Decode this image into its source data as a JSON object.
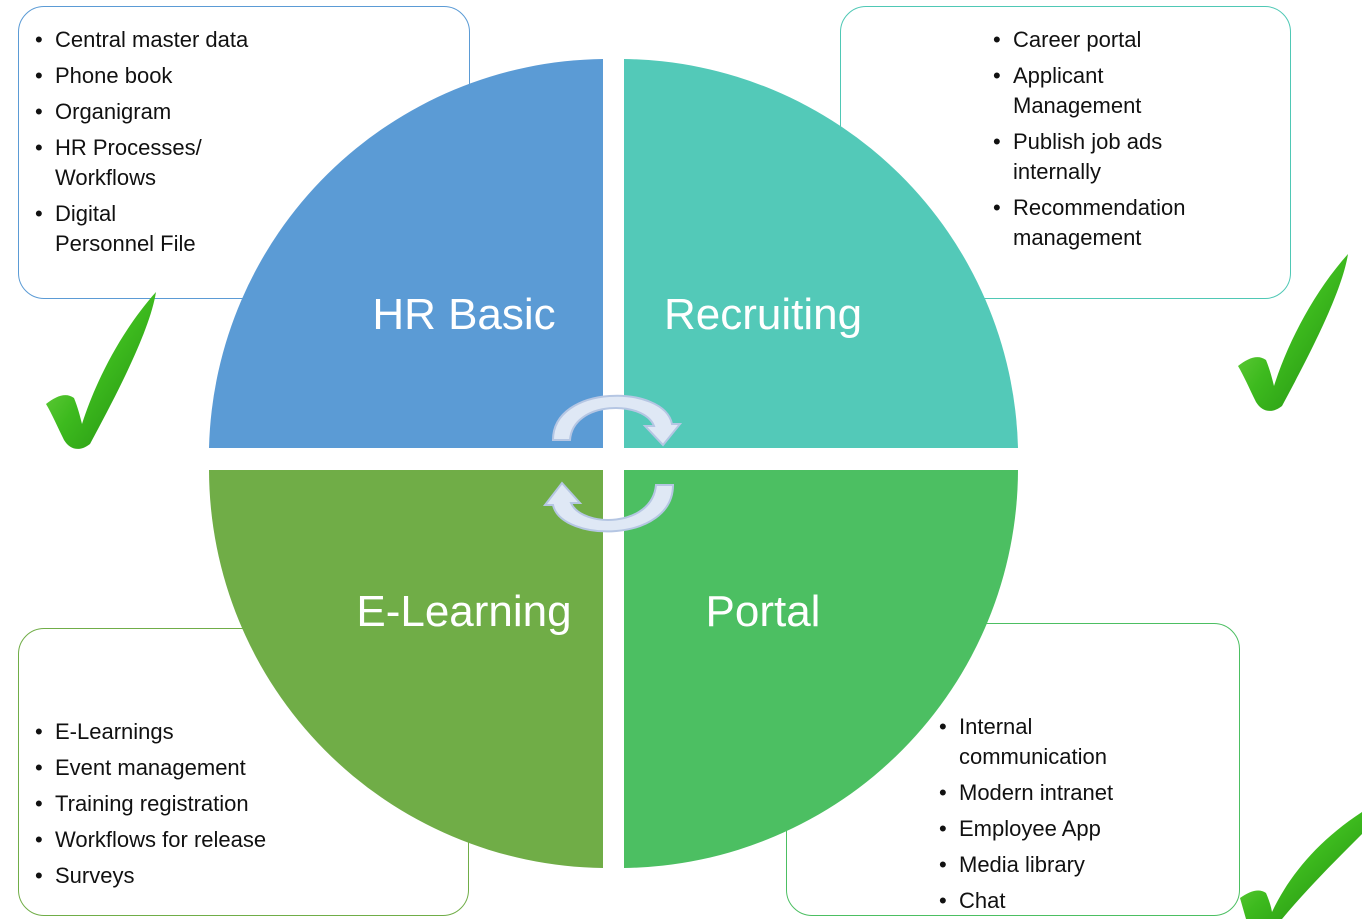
{
  "quadrants": {
    "hr_basic": {
      "label": "HR Basic",
      "color": "#5b9bd5"
    },
    "recruiting": {
      "label": "Recruiting",
      "color": "#53c9b8"
    },
    "elearning": {
      "label": "E-Learning",
      "color": "#70ad47"
    },
    "portal": {
      "label": "Portal",
      "color": "#4cbf62"
    }
  },
  "boxes": {
    "hr_basic": {
      "items": [
        {
          "l1": "Central master data",
          "l2": ""
        },
        {
          "l1": "Phone book",
          "l2": ""
        },
        {
          "l1": "Organigram",
          "l2": ""
        },
        {
          "l1": "HR Processes/",
          "l2": "Workflows"
        },
        {
          "l1": "Digital",
          "l2": "Personnel File"
        }
      ]
    },
    "recruiting": {
      "items": [
        {
          "l1": "Career portal",
          "l2": ""
        },
        {
          "l1": "Applicant",
          "l2": "Management"
        },
        {
          "l1": "Publish job ads",
          "l2": "internally"
        },
        {
          "l1": "Recommendation",
          "l2": "management"
        }
      ]
    },
    "elearning": {
      "items": [
        {
          "l1": "E-Learnings",
          "l2": ""
        },
        {
          "l1": "Event management",
          "l2": ""
        },
        {
          "l1": "Training registration",
          "l2": ""
        },
        {
          "l1": "Workflows for release",
          "l2": ""
        },
        {
          "l1": "Surveys",
          "l2": ""
        }
      ]
    },
    "portal": {
      "items": [
        {
          "l1": "Internal",
          "l2": "communication"
        },
        {
          "l1": "Modern intranet",
          "l2": ""
        },
        {
          "l1": "Employee App",
          "l2": ""
        },
        {
          "l1": "Media library",
          "l2": ""
        },
        {
          "l1": "Chat",
          "l2": ""
        }
      ]
    }
  },
  "icons": {
    "checkmark": "checkmark-icon",
    "cycle_arrow": "circular-arrow-icon"
  },
  "colors": {
    "checkmark": "#3dba1e",
    "arrow_fill": "#dfe8f5",
    "arrow_stroke": "#b5c6e3"
  }
}
